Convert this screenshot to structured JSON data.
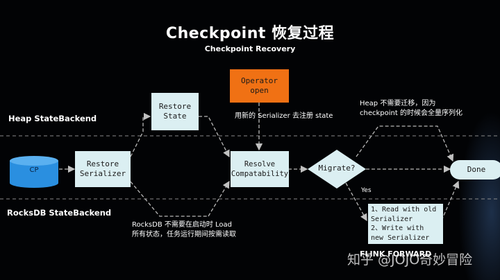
{
  "title": "Checkpoint 恢复过程",
  "subtitle": "Checkpoint Recovery",
  "lanes": {
    "heap": "Heap StateBackend",
    "rocksdb": "RocksDB StateBackend"
  },
  "nodes": {
    "cp": "CP",
    "restore_serializer": "Restore\nSerializer",
    "restore_state": "Restore\nState",
    "operator_open": "Operator open",
    "resolve": "Resolve\nCompatability",
    "migrate": "Migrate?",
    "done": "Done",
    "old_new": "1、Read with old\nSerializer\n2、Write with\nnew Serializer"
  },
  "notes": {
    "serializer": "用新的 Serializer 去注册 state",
    "heap": "Heap 不需要迁移，因为\ncheckpoint 的时候会全量序列化",
    "rocks": "RocksDB 不需要在启动时 Load\n所有状态，任务运行期间按需读取",
    "yes": "Yes"
  },
  "footer": "FLINK FORWARD",
  "watermark": "知乎 @JOJO奇妙冒险",
  "colors": {
    "box_fill": "#dbeff2",
    "orange": "#f07114",
    "cylinder": "#2a8fe0",
    "line": "#b8b8b8",
    "background": "#020305"
  }
}
